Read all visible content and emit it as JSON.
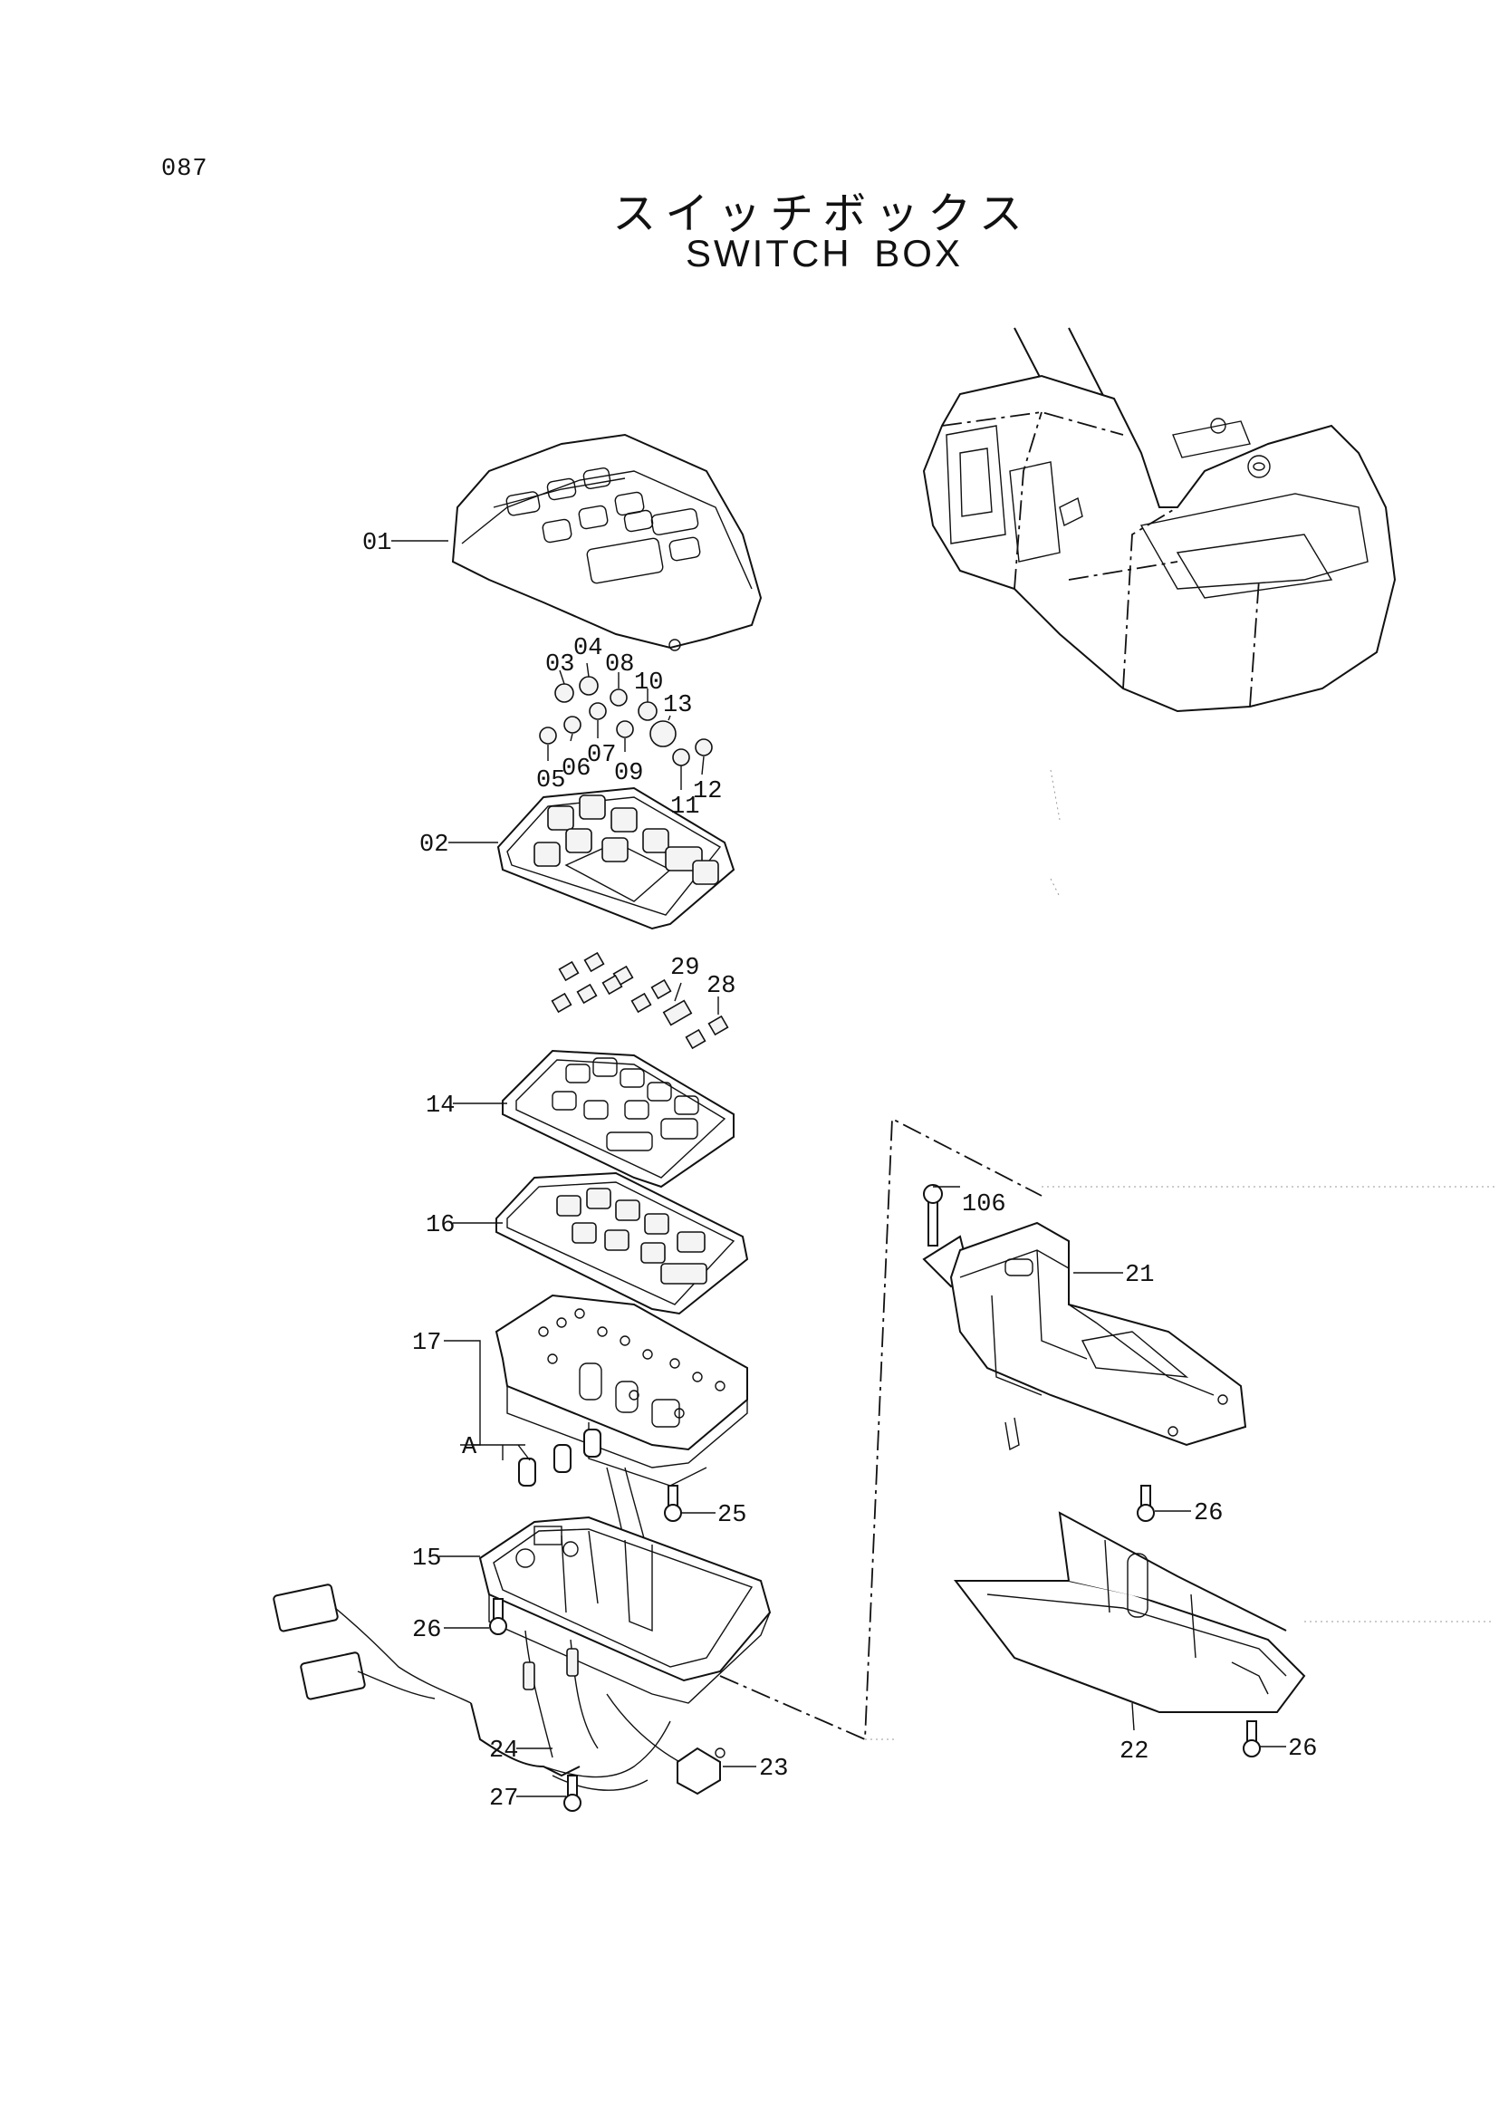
{
  "page": {
    "number": "087",
    "title_jp": "スイッチボックス",
    "title_en": "SWITCH BOX"
  },
  "callouts": {
    "c01": "01",
    "c02": "02",
    "c03": "03",
    "c04": "04",
    "c05": "05",
    "c06": "06",
    "c07": "07",
    "c08": "08",
    "c09": "09",
    "c10": "10",
    "c11": "11",
    "c12": "12",
    "c13": "13",
    "c14": "14",
    "c15": "15",
    "c16": "16",
    "c17": "17",
    "c21": "21",
    "c22": "22",
    "c23": "23",
    "c24": "24",
    "c25": "25",
    "c26a": "26",
    "c26b": "26",
    "c26c": "26",
    "c27": "27",
    "c28": "28",
    "c29": "29",
    "c106": "106",
    "cA": "A"
  }
}
